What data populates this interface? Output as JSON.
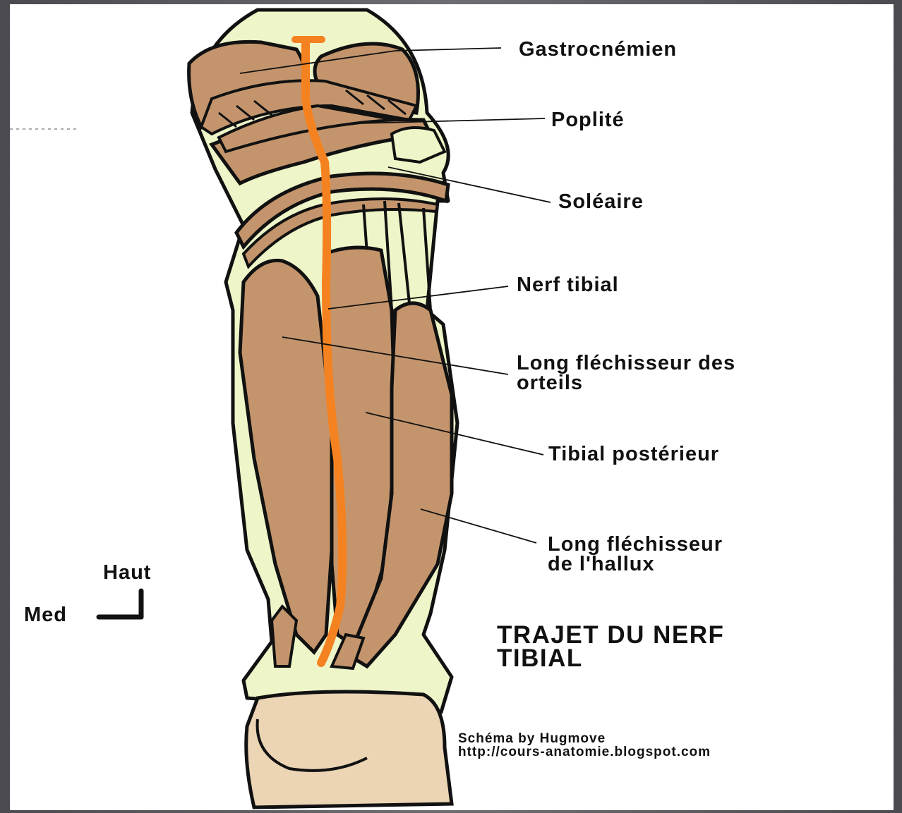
{
  "labels": {
    "gastrocnemien": "Gastrocnémien",
    "poplite": "Poplité",
    "soleaire": "Soléaire",
    "nerf_tibial": "Nerf tibial",
    "long_flechisseur_orteils": [
      "Long fléchisseur des",
      "orteils"
    ],
    "tibial_posterieur": "Tibial postérieur",
    "long_flechisseur_hallux": [
      "Long fléchisseur",
      "de l'hallux"
    ]
  },
  "orientation": {
    "up": "Haut",
    "medial": "Med"
  },
  "title": [
    "TRAJET DU NERF",
    "TIBIAL"
  ],
  "credit": [
    "Schéma by Hugmove",
    "http://cours-anatomie.blogspot.com"
  ],
  "colors": {
    "bone": "#eef5c8",
    "muscle": "#c4956c",
    "heel": "#ecd5b5",
    "nerve": "#f58220",
    "outline": "#111111"
  }
}
